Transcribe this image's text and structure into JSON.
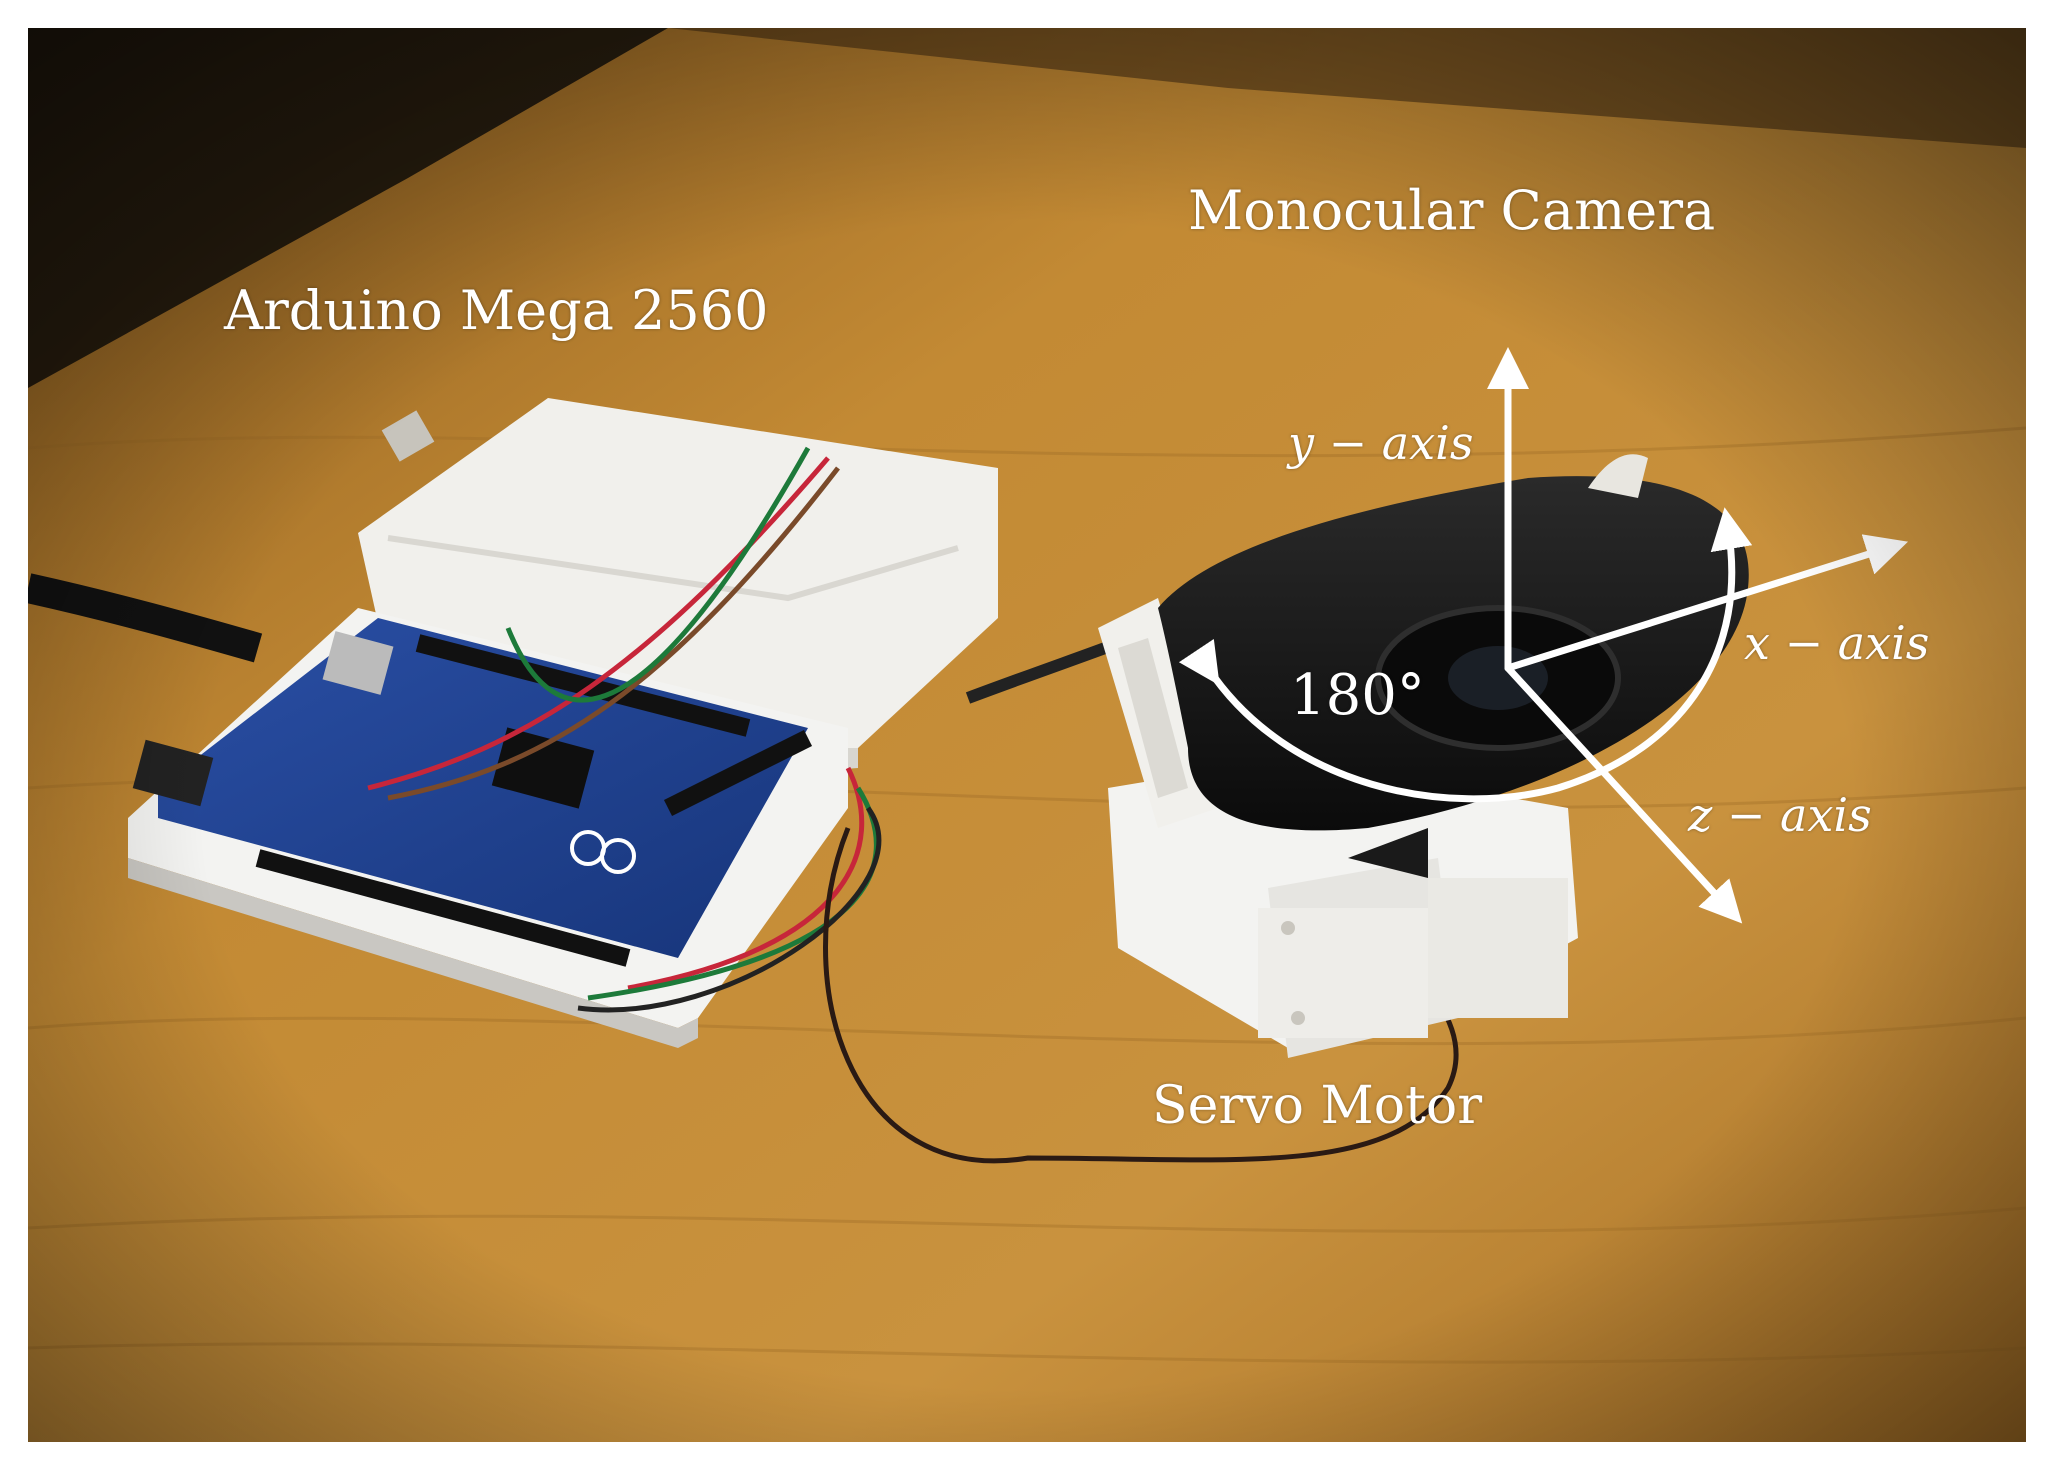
{
  "labels": {
    "monocular_camera": "Monocular Camera",
    "arduino": "Arduino Mega 2560",
    "servo_motor": "Servo Motor",
    "y_axis": "y − axis",
    "x_axis": "x − axis",
    "z_axis": "z − axis",
    "rotation_angle": "180°"
  },
  "colors": {
    "table_wood": "#b9812c",
    "annotation": "#ffffff",
    "board_blue": "#1d3f8f",
    "case_white": "#f3f3f1",
    "camera_black": "#141414"
  }
}
